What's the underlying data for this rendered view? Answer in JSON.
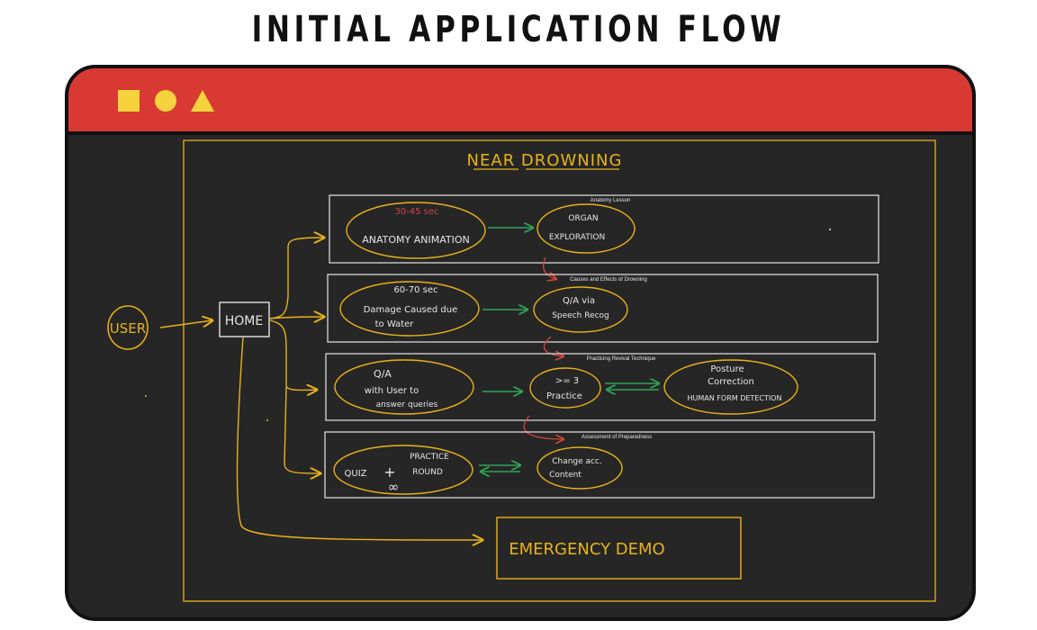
{
  "title": "INITIAL APPLICATION FLOW",
  "colors": {
    "accent": "#d83a33",
    "ink": "#e8b21c",
    "white": "#e6e6e6",
    "green": "#2fa45a",
    "red": "#d0453f"
  },
  "diagram": {
    "heading": "NEAR DROWNING",
    "user": "USER",
    "home": "HOME",
    "emergency": "EMERGENCY DEMO",
    "sections": [
      {
        "label": "Anatomy Lesson",
        "timing": "30-45 sec",
        "left": "ANATOMY ANIMATION",
        "right_1": "ORGAN",
        "right_2": "EXPLORATION"
      },
      {
        "label": "Causes and Effects of Drowning",
        "timing": "60-70 sec",
        "left_1": "Damage Caused due",
        "left_2": "to Water",
        "right_1": "Q/A via",
        "right_2": "Speech Recog"
      },
      {
        "label": "Practicing Revival Technique",
        "left_1": "Q/A",
        "left_2": "with User to",
        "left_3": "answer queries",
        "mid_1": ">= 3",
        "mid_2": "Practice",
        "right_1": "Posture",
        "right_2": "Correction",
        "right_3": "HUMAN FORM DETECTION"
      },
      {
        "label": "Assessment of Preparedness",
        "left_1": "QUIZ",
        "left_plus": "+",
        "left_2": "PRACTICE",
        "left_3": "ROUND",
        "left_inf": "∞",
        "right_1": "Change acc.",
        "right_2": "Content"
      }
    ]
  }
}
